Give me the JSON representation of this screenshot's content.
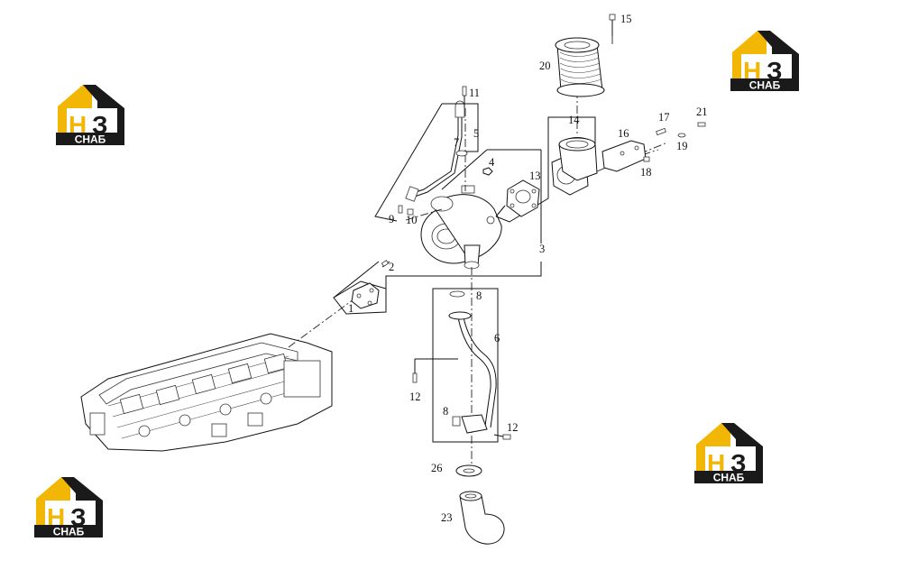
{
  "callouts": {
    "c1": "1",
    "c2": "2",
    "c3": "3",
    "c4": "4",
    "c5": "5",
    "c6": "6",
    "c7": "7",
    "c8a": "8",
    "c8b": "8",
    "c9": "9",
    "c10": "10",
    "c11": "11",
    "c12a": "12",
    "c12b": "12",
    "c13": "13",
    "c14": "14",
    "c15": "15",
    "c16": "16",
    "c17": "17",
    "c18": "18",
    "c19": "19",
    "c20": "20",
    "c21": "21",
    "c23": "23",
    "c26": "26"
  },
  "watermark": {
    "letters": "НЗ",
    "word": "СНАБ",
    "brand_yellow": "#f2b705",
    "brand_black": "#1a1a1a"
  }
}
